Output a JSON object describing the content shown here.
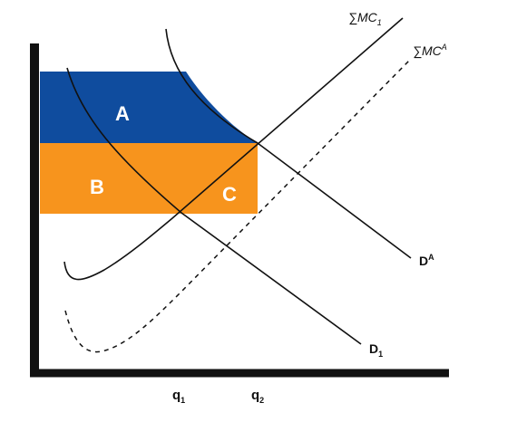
{
  "areas": {
    "a": "A",
    "b": "B",
    "c": "C"
  },
  "curves": {
    "mc_1": {
      "sigma": "∑",
      "base": "MC",
      "sub": "1"
    },
    "mc_a": {
      "sigma": "∑",
      "base": "MC",
      "sup": "A"
    },
    "d_a": {
      "base": "D",
      "sup": "A"
    },
    "d_1": {
      "base": "D",
      "sub": "1"
    }
  },
  "axis": {
    "q1": {
      "base": "q",
      "sub": "1"
    },
    "q2": {
      "base": "q",
      "sub": "2"
    }
  },
  "colors": {
    "area_a": "#0f4c9e",
    "area_bc": "#f7941d",
    "lines": "#111111",
    "axes": "#111111"
  }
}
